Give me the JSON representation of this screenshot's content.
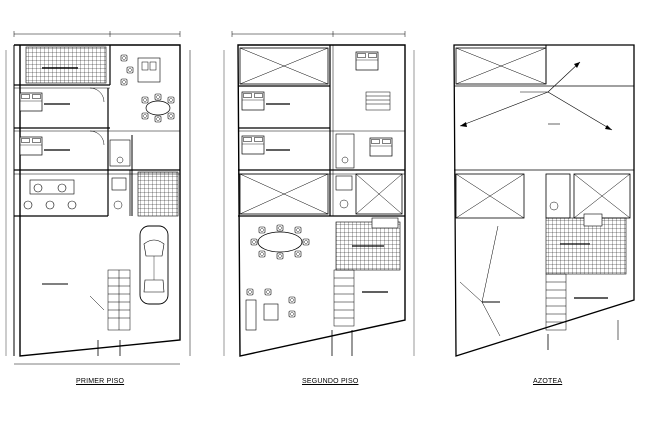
{
  "plans": [
    {
      "id": "primer-piso",
      "title": "PRIMER PISO"
    },
    {
      "id": "segundo-piso",
      "title": "SEGUNDO PISO"
    },
    {
      "id": "azotea",
      "title": "AZOTEA"
    }
  ],
  "colors": {
    "line": "#000000",
    "hatch": "#333333",
    "background": "#ffffff"
  }
}
